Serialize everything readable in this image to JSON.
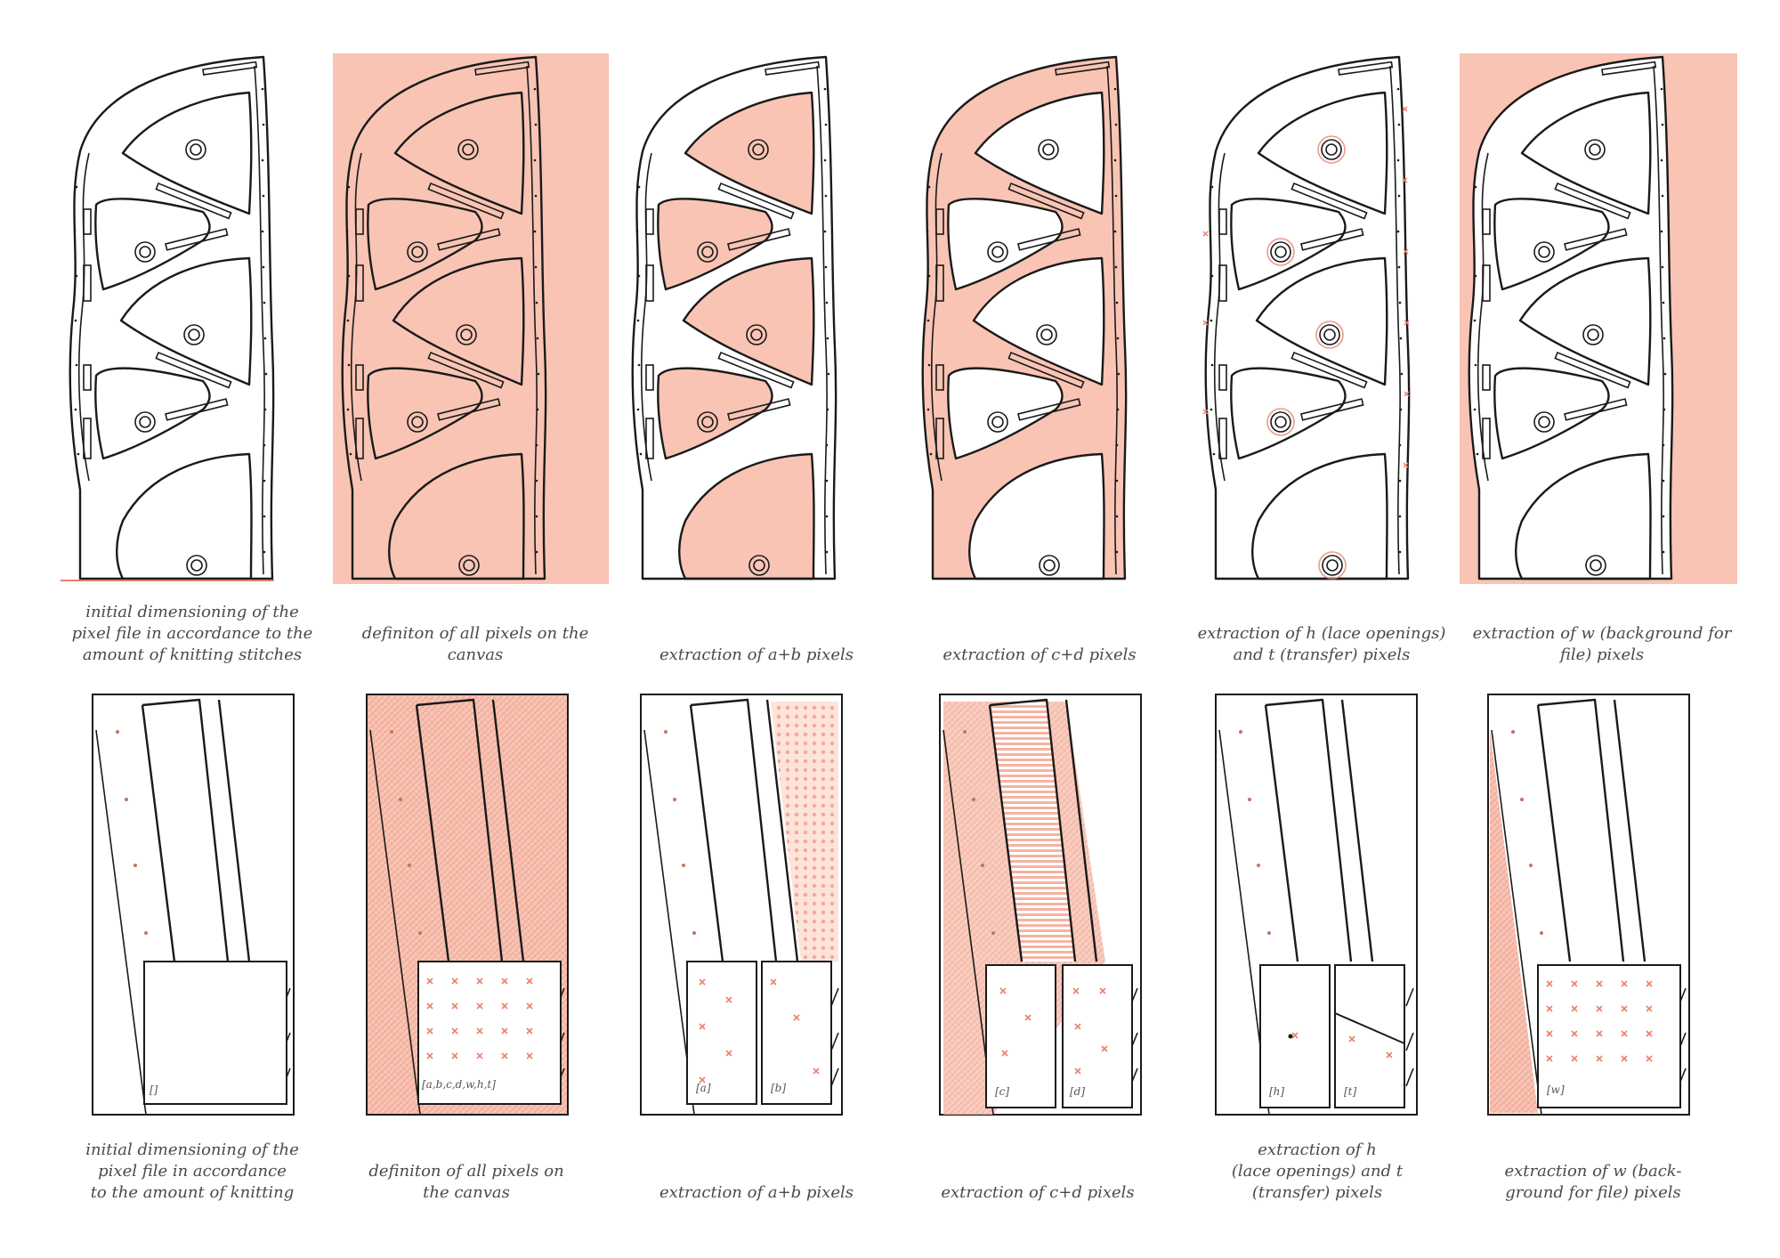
{
  "colors": {
    "salmon": "#f9c4b4",
    "line": "#1a1a1a",
    "cross": "#e8826b",
    "caption": "#4a4a4a"
  },
  "top_row": [
    {
      "id": "p1",
      "fill": "none",
      "caption": [
        "initial dimensioning of the",
        "pixel file in accordance to the",
        "amount of knitting stitches"
      ]
    },
    {
      "id": "p2",
      "fill": "background",
      "caption": [
        "definiton of all pixels on the",
        "canvas"
      ]
    },
    {
      "id": "p3",
      "fill": "sectors",
      "caption": [
        "extraction of a+b pixels"
      ]
    },
    {
      "id": "p4",
      "fill": "frame",
      "caption": [
        "extraction of c+d pixels"
      ]
    },
    {
      "id": "p5",
      "fill": "lace",
      "caption": [
        "extraction of h (lace openings)",
        "and t (transfer) pixels"
      ]
    },
    {
      "id": "p6",
      "fill": "background",
      "caption": [
        "extraction of w (background for",
        "file) pixels"
      ]
    }
  ],
  "bottom_row": [
    {
      "id": "d1",
      "caption": [
        "initial dimensioning of the",
        "pixel file in accordance",
        "to the amount of knitting"
      ],
      "insets": [
        "[]"
      ]
    },
    {
      "id": "d2",
      "caption": [
        "definiton of all pixels on",
        "the canvas"
      ],
      "insets": [
        "[a,b,c,d,w,h,t]"
      ]
    },
    {
      "id": "d3",
      "caption": [
        "extraction of a+b pixels"
      ],
      "insets": [
        "[a]",
        "[b]"
      ]
    },
    {
      "id": "d4",
      "caption": [
        "extraction of c+d pixels"
      ],
      "insets": [
        "[c]",
        "[d]"
      ]
    },
    {
      "id": "d5",
      "caption": [
        "extraction of h",
        "(lace openings) and t",
        "(transfer) pixels"
      ],
      "insets": [
        "[h]",
        "[t]"
      ]
    },
    {
      "id": "d6",
      "caption": [
        "extraction of w (back-",
        "ground for file) pixels"
      ],
      "insets": [
        "[w]"
      ]
    }
  ]
}
